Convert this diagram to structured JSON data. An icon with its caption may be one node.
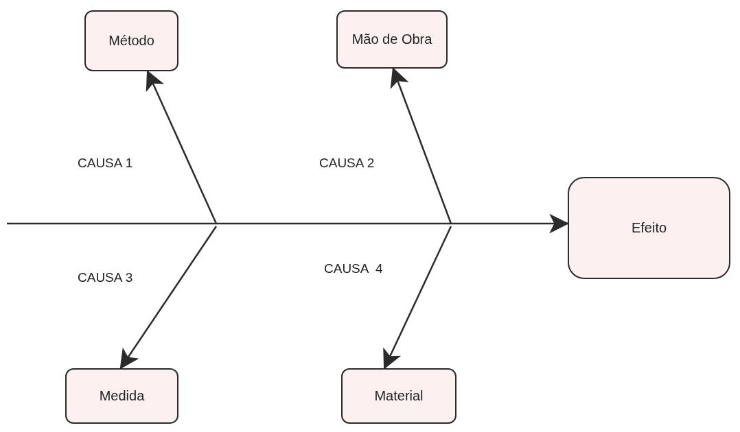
{
  "diagram": {
    "nodes": [
      {
        "text": [
          "Método"
        ]
      },
      {
        "text": [
          "Mão de Obra"
        ]
      },
      {
        "text": [
          "Efeito"
        ]
      },
      {
        "text": [
          "Medida"
        ]
      },
      {
        "text": [
          "Material"
        ]
      }
    ],
    "edges": [
      {
        "from": null,
        "to": 2,
        "arrow": "to"
      },
      {
        "from": null,
        "to": 0,
        "arrow": "to"
      },
      {
        "from": null,
        "to": 1,
        "arrow": "to"
      },
      {
        "from": null,
        "to": 3,
        "arrow": "to"
      },
      {
        "from": null,
        "to": 4,
        "arrow": "to"
      }
    ],
    "labels": [
      "CAUSA 1",
      "CAUSA 2",
      "CAUSA 3",
      "CAUSA  4"
    ]
  }
}
